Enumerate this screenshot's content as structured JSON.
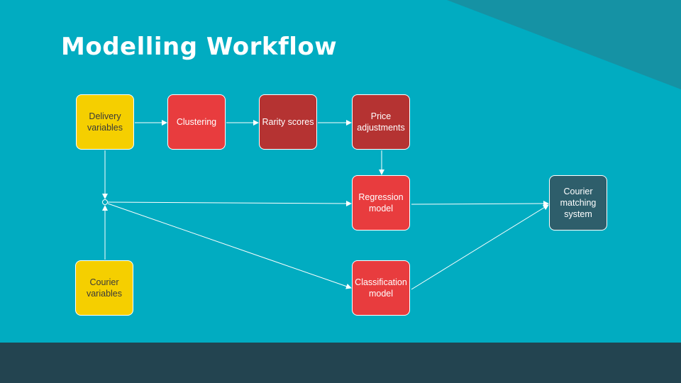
{
  "title": "Modelling Workflow",
  "colors": {
    "background": "#01acc1",
    "corner_accent": "#1592a4",
    "footer": "#234450",
    "yellow_node": "#f5cf00",
    "red_node": "#e83c3e",
    "dark_red_node": "#b53332",
    "slate_node": "#2e5e6b",
    "connector": "#ffffff"
  },
  "nodes": {
    "delivery_variables": "Delivery variables",
    "courier_variables": "Courier variables",
    "clustering": "Clustering",
    "rarity_scores": "Rarity scores",
    "price_adjustments": "Price adjustments",
    "regression_model": "Regression model",
    "classification_model": "Classification model",
    "courier_matching_system": "Courier matching system"
  },
  "edges": [
    {
      "from": "delivery_variables",
      "to": "clustering"
    },
    {
      "from": "clustering",
      "to": "rarity_scores"
    },
    {
      "from": "rarity_scores",
      "to": "price_adjustments"
    },
    {
      "from": "price_adjustments",
      "to": "regression_model"
    },
    {
      "from": "delivery_variables",
      "to": "junction"
    },
    {
      "from": "courier_variables",
      "to": "junction"
    },
    {
      "from": "junction",
      "to": "regression_model"
    },
    {
      "from": "junction",
      "to": "classification_model"
    },
    {
      "from": "regression_model",
      "to": "courier_matching_system"
    },
    {
      "from": "classification_model",
      "to": "courier_matching_system"
    }
  ]
}
